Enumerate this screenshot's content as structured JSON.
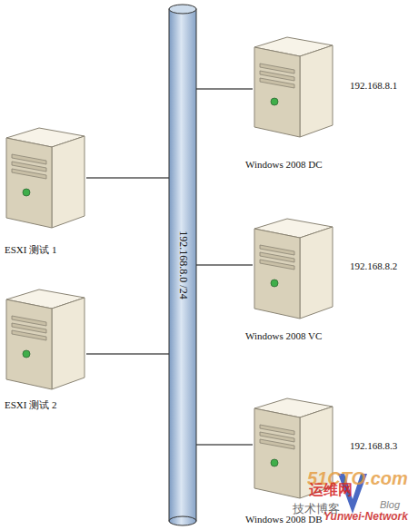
{
  "diagram": {
    "nodes": [
      {
        "text": [
          "192.168.8.0 /24"
        ]
      },
      {
        "text": [
          "Windows 2008 DC",
          "192.168.8.1"
        ]
      },
      {
        "text": [
          "ESXI 测试 1"
        ]
      },
      {
        "text": [
          "Windows 2008 VC",
          "192.168.8.2"
        ]
      },
      {
        "text": [
          "ESXI 测试 2"
        ]
      },
      {
        "text": [
          "Windows 2008 DB",
          "192.168.8.3"
        ]
      }
    ],
    "edges": [
      {
        "from": 1,
        "to": 0,
        "arrow": "none"
      },
      {
        "from": 2,
        "to": 0,
        "arrow": "none"
      },
      {
        "from": 3,
        "to": 0,
        "arrow": "none"
      },
      {
        "from": 4,
        "to": 0,
        "arrow": "none"
      },
      {
        "from": 5,
        "to": 0,
        "arrow": "none"
      }
    ],
    "labels": [
      "51CTO.com",
      "运维网",
      "技术博客",
      "Blog",
      "Yunwei-Network"
    ]
  }
}
